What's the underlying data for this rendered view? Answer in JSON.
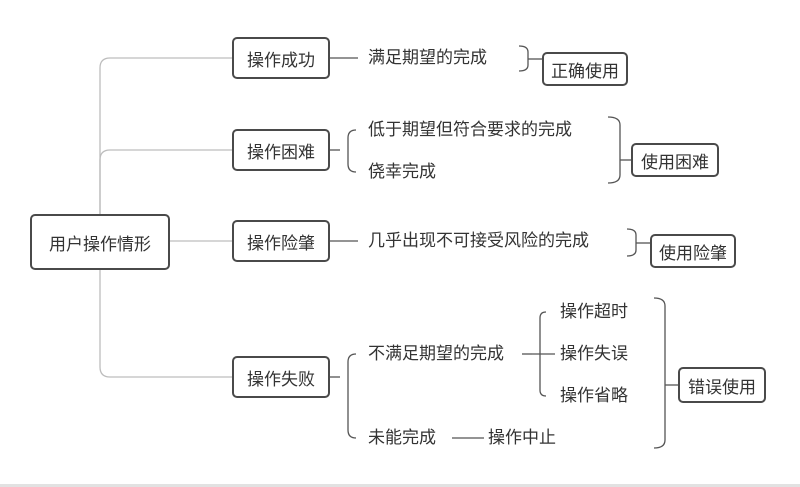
{
  "root": {
    "label": "用户操作情形"
  },
  "categories": [
    {
      "label": "操作成功",
      "outcomes": [
        {
          "label": "满足期望的完成"
        }
      ],
      "usage": "正确使用"
    },
    {
      "label": "操作困难",
      "outcomes": [
        {
          "label": "低于期望但符合要求的完成"
        },
        {
          "label": "侥幸完成"
        }
      ],
      "usage": "使用困难"
    },
    {
      "label": "操作险肇",
      "outcomes": [
        {
          "label": "几乎出现不可接受风险的完成"
        }
      ],
      "usage": "使用险肇"
    },
    {
      "label": "操作失败",
      "outcomes": [
        {
          "label": "不满足期望的完成",
          "children": [
            "操作超时",
            "操作失误",
            "操作省略"
          ]
        },
        {
          "label": "未能完成",
          "children": [
            "操作中止"
          ]
        }
      ],
      "usage": "错误使用"
    }
  ]
}
